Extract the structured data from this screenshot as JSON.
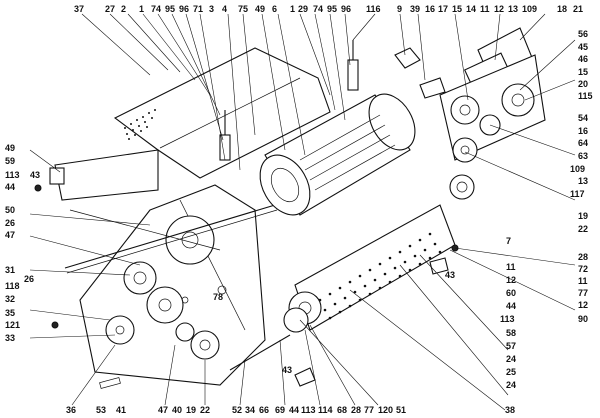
{
  "labels": {
    "top": [
      "37",
      "27",
      "2",
      "1",
      "74",
      "95",
      "96",
      "71",
      "3",
      "4",
      "75",
      "49",
      "6",
      "1",
      "29",
      "74",
      "95",
      "96",
      "116",
      "9",
      "39",
      "16",
      "17",
      "15",
      "14",
      "11",
      "12",
      "13",
      "109",
      "18",
      "21"
    ],
    "right": [
      "56",
      "45",
      "46",
      "15",
      "20",
      "115",
      "54",
      "16",
      "64",
      "63",
      "109",
      "13",
      "117",
      "19",
      "22",
      "28",
      "72",
      "11",
      "77",
      "12",
      "90",
      "7",
      "11",
      "12",
      "60",
      "44",
      "113",
      "58",
      "57",
      "24",
      "25",
      "24"
    ],
    "left": [
      "49",
      "59",
      "113",
      "43",
      "44",
      "50",
      "26",
      "47",
      "31",
      "26",
      "118",
      "32",
      "35",
      "121",
      "33"
    ],
    "bottom": [
      "36",
      "53",
      "41",
      "47",
      "40",
      "19",
      "22",
      "52",
      "34",
      "66",
      "69",
      "44",
      "113",
      "114",
      "68",
      "28",
      "77",
      "120",
      "51",
      "38"
    ],
    "inner": [
      "78",
      "43",
      "43"
    ]
  }
}
